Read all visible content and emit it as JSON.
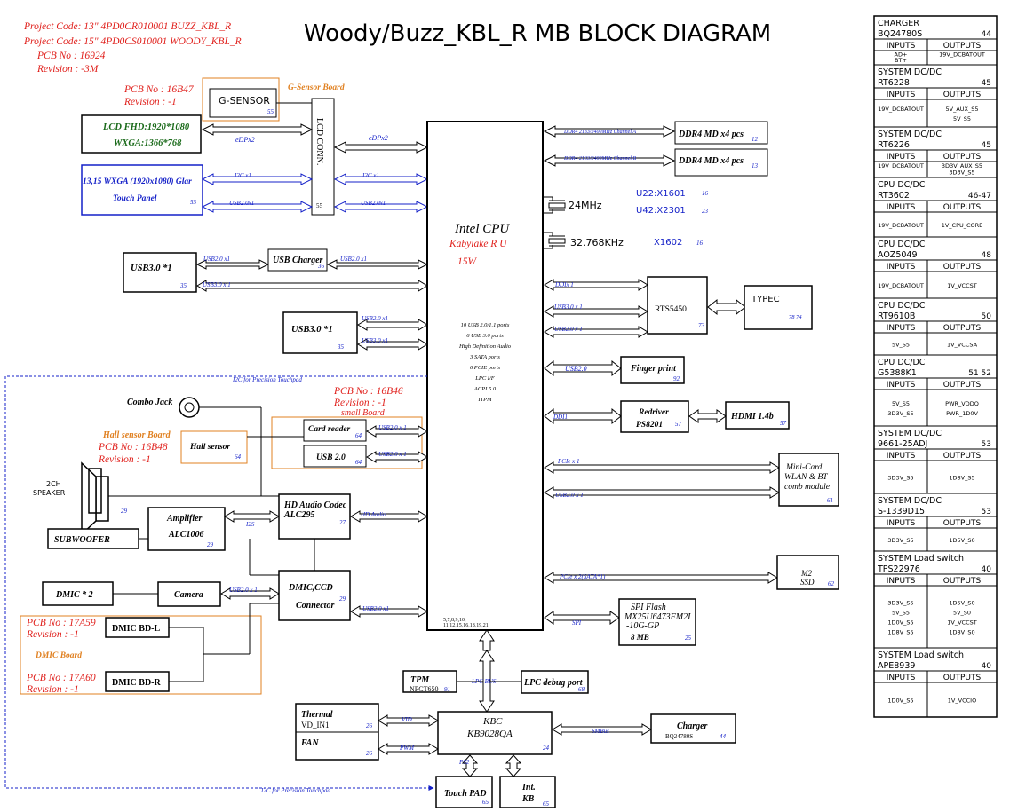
{
  "title": "Woody/Buzz_KBL_R MB  BLOCK DIAGRAM",
  "header": {
    "project_line_1": "Project Code:  13\"  4PD0CR010001  BUZZ_KBL_R",
    "project_line_2": "Project Code:  15\"  4PD0CS010001  WOODY_KBL_R",
    "pcb_no": "PCB  No : 16924",
    "revision": "Revision : -3M"
  },
  "colors": {
    "red": "#e0201c",
    "blue": "#1420c8",
    "orange": "#e08020",
    "green": "#1a6a1a",
    "black": "#000000"
  },
  "blocks": {
    "gsensor_pcb": "PCB  No : 16B47",
    "gsensor_rev": "Revision :  -1",
    "gsensor_board": "G-Sensor  Board",
    "gsensor": "G-SENSOR",
    "gsensor_page": "55",
    "lcd_line1": "LCD FHD:1920*1080",
    "lcd_line2": "WXGA:1366*768",
    "lcd_conn": "LCD CONN.",
    "lcd_conn_page": "55",
    "touch_line1": "13,15 WXGA (1920x1080) Glar",
    "touch_line2": "Touch Panel",
    "touch_page": "55",
    "cpu_name": "Intel CPU",
    "cpu_family": "Kabylake R U",
    "cpu_tdp": "15W",
    "cpu_features": [
      "10 USB 2.0/1.1 ports",
      "6 USB 3.0 ports",
      "High Definition Audio",
      "3 SATA ports",
      "6 PCIE ports",
      "LPC I/F",
      "ACPI 5.0",
      "ITPM"
    ],
    "cpu_pages": "5,7,8,9,10,",
    "cpu_pages2": "11,12,15,16,18,19,21",
    "ddr_a": "DDR4 MD x4 pcs",
    "ddr_a_page": "12",
    "ddr_b": "DDR4 MD x4 pcs",
    "ddr_b_page": "13",
    "xtal_24": "24MHz",
    "xtal_32": "32.768KHz",
    "u22": "U22:X1601",
    "u22_page": "16",
    "u42": "U42:X2301",
    "u42_page": "23",
    "x1602": "X1602",
    "x1602_page": "16",
    "usb30_left": "USB3.0 *1",
    "usb30_left_page": "35",
    "usb_charger": "USB Charger",
    "usb_charger_page": "36",
    "usb30_mid": "USB3.0 *1",
    "usb30_mid_page": "35",
    "rts5450": "RTS5450",
    "rts5450_page": "73",
    "typec": "TYPEC",
    "typec_page": "78 74",
    "fingerprint": "Finger print",
    "fingerprint_page": "92",
    "redriver": "Redriver",
    "redriver_part": "PS8201",
    "redriver_page": "57",
    "hdmi": "HDMI 1.4b",
    "hdmi_page": "57",
    "minicard_1": "Mini-Card",
    "minicard_2": "WLAN & BT",
    "minicard_3": "comb module",
    "minicard_page": "61",
    "m2": "M2",
    "m2_ssd": "SSD",
    "m2_page": "62",
    "spi_1": "SPI Flash",
    "spi_2": "MX25U6473FM2I",
    "spi_3": "-10G-GP",
    "spi_4": "8 MB",
    "spi_page": "25",
    "small_pcb": "PCB  No : 16B46",
    "small_rev": "Revision : -1",
    "small_board": "small Board",
    "card_reader": "Card reader",
    "card_reader_page": "64",
    "usb20_block": "USB 2.0",
    "usb20_block_page": "64",
    "combo_jack": "Combo Jack",
    "hall_board": "Hall sensor  Board",
    "hall_pcb": "PCB  No : 16B48",
    "hall_rev": "Revision : -1",
    "hall_sensor": "Hall sensor",
    "hall_page": "64",
    "speaker_1": "2CH",
    "speaker_2": "SPEAKER",
    "speaker_page": "29",
    "amp_1": "Amplifier",
    "amp_2": "ALC1006",
    "amp_page": "29",
    "subwoofer": "SUBWOOFER",
    "codec_1": "HD Audio Codec",
    "codec_2": "ALC295",
    "codec_page": "27",
    "dmic2": "DMIC * 2",
    "camera": "Camera",
    "dmic_conn_1": "DMIC,CCD",
    "dmic_conn_2": "Connector",
    "dmic_conn_page": "29",
    "dmic_pcb_1": "PCB  No : 17A59",
    "dmic_rev_1": "Revision : -1",
    "dmic_board": "DMIC Board",
    "dmic_pcb_2": "PCB  No : 17A60",
    "dmic_rev_2": "Revision : -1",
    "dmic_bdl": "DMIC BD-L",
    "dmic_bdr": "DMIC BD-R",
    "tpm_1": "TPM",
    "tpm_2": "NPCT650",
    "tpm_page": "91",
    "lpc_debug": "LPC debug  port",
    "lpc_debug_page": "68",
    "thermal_1": "Thermal",
    "thermal_2": "VD_IN1",
    "thermal_page": "26",
    "fan": "FAN",
    "fan_page": "26",
    "kbc_1": "KBC",
    "kbc_2": "KB9028QA",
    "kbc_page": "24",
    "charger_1": "Charger",
    "charger_2": "BQ24780S",
    "charger_page": "44",
    "touchpad": "Touch PAD",
    "touchpad_page": "65",
    "intkb_1": "Int.",
    "intkb_2": "KB",
    "intkb_page": "65"
  },
  "buses": {
    "edp_left": "eDPx2",
    "edp_right": "eDPx2",
    "i2c_left": "I2C x1",
    "i2c_right": "I2C x1",
    "usb_touch_left": "USB2.0x1",
    "usb_touch_right": "USB2.0x1",
    "ddr_a": "DDR4 2133/2400MHz Channel A",
    "ddr_b": "DDR4 2133/2400MHz Channel B",
    "usb20_x1_a": "USB2.0 x1",
    "usb20_x1_b": "USB2.0 x1",
    "usb30_x1_long": "USB3.0 x 1",
    "usb20_x1_c": "USB2.0 x1",
    "usb30_x1_c": "USB3.0 x1",
    "ddi_x1": "DDIx 1",
    "usb30_x1_rts": "USB3.0 x 1",
    "usb20_x1_rts": "USB2.0 x 1",
    "usb20_fp": "USB2.0",
    "ddi1": "DDI1",
    "usb20_card": "USB2.0 x 1",
    "usb20_usb": "USB2.0 x 1",
    "i2c_touchpad_top": "I2C for Precision Touchpad",
    "pcie_x1": "PCIe x 1",
    "usb20_x1_mini": "USB2.0 x 1",
    "hd_audio": "HD Audio",
    "i2s": "I2S",
    "usb20_cam": "USB2.0 x 1",
    "usb20_dmic": "USB2.0 x1",
    "pcie_ssd": "PCIe x 2(SATA*1)",
    "spi": "SPI",
    "lpc_bus": "LPC BUS",
    "vid": "VID",
    "pwm": "PWM",
    "smbus": "SMBus",
    "ps2": "PS2",
    "i2c_touchpad_bottom": "I2C for Precision Touchpad"
  },
  "power_table": [
    {
      "title": "CHARGER",
      "part": "BQ24780S",
      "page": "44",
      "inputs": [
        "AD+",
        "BT+"
      ],
      "outputs": [
        "19V_DCBATOUT"
      ]
    },
    {
      "title": "SYSTEM DC/DC",
      "part": "RT6228",
      "page": "45",
      "inputs": [
        "19V_DCBATOUT"
      ],
      "outputs": [
        "5V_AUX_S5",
        "5V_S5"
      ]
    },
    {
      "title": "SYSTEM DC/DC",
      "part": "RT6226",
      "page": "45",
      "inputs": [
        "19V_DCBATOUT"
      ],
      "outputs": [
        "3D3V_AUX_S5",
        "3D3V_S5"
      ]
    },
    {
      "title": "CPU  DC/DC",
      "part": "RT3602",
      "page": "46-47",
      "inputs": [
        "19V_DCBATOUT"
      ],
      "outputs": [
        "1V_CPU_CORE"
      ]
    },
    {
      "title": "CPU  DC/DC",
      "part": "AOZ5049",
      "page": "48",
      "inputs": [
        "19V_DCBATOUT"
      ],
      "outputs": [
        "1V_VCCST"
      ]
    },
    {
      "title": "CPU DC/DC",
      "part": "RT9610B",
      "page": "50",
      "inputs": [
        "5V_S5"
      ],
      "outputs": [
        "1V_VCCSA"
      ]
    },
    {
      "title": "CPU DC/DC",
      "part": "G5388K1",
      "page": "51  52",
      "inputs": [
        "5V_S5",
        "3D3V_S5"
      ],
      "outputs": [
        "PWR_VDDQ",
        "PWR_1D0V"
      ]
    },
    {
      "title": "SYSTEM DC/DC",
      "part": "9661-25ADJ",
      "page": "53",
      "inputs": [
        "3D3V_S5"
      ],
      "outputs": [
        "1D8V_S5"
      ]
    },
    {
      "title": "SYSTEM  DC/DC",
      "part": "S-1339D15",
      "page": "53",
      "inputs": [
        "3D3V_S5"
      ],
      "outputs": [
        "1D5V_S0"
      ]
    },
    {
      "title": "SYSTEM  Load switch",
      "part": "TPS22976",
      "page": "40",
      "inputs": [
        "3D3V_S5",
        "5V_S5",
        "1D0V_S5",
        "1D8V_S5"
      ],
      "outputs": [
        "1D5V_S0",
        "5V_S0",
        "1V_VCCST",
        "1D8V_S0"
      ]
    },
    {
      "title": "SYSTEM  Load switch",
      "part": "APE8939",
      "page": "40",
      "inputs": [
        "1D0V_S5"
      ],
      "outputs": [
        "1V_VCCIO"
      ]
    }
  ],
  "power_table_labels": {
    "inputs": "INPUTS",
    "outputs": "OUTPUTS"
  }
}
